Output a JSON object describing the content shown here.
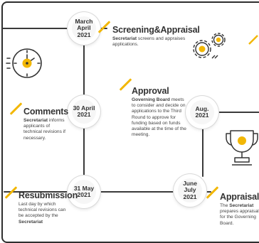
{
  "nodes": {
    "n1": "March\nApril\n2021",
    "n2": "30 April\n2021",
    "n3": "Aug.\n2021",
    "n4": "31 May\n2021",
    "n5": "June\nJuly\n2021"
  },
  "sections": {
    "screening": {
      "title": "Screening&Appraisal",
      "lead": "Secretariat",
      "text": " screens and appraises applications."
    },
    "approval": {
      "title": "Approval",
      "lead": "Governing Board",
      "text": " meets to consider and decide on applications to the Third Round to approve for funding based on funds available at the time of the meeting."
    },
    "comments": {
      "title": "Comments",
      "lead": "Secretariat",
      "text": " informs applicants of technical revisions if necessary."
    },
    "resubmission": {
      "title": "Resubmission",
      "text": "Last day by which technical revisions can be accepted by the ",
      "tail": "Secretariat"
    },
    "appraisals": {
      "title": "Appraisals",
      "text1": "The ",
      "lead": "Secretariat",
      "text2": " prepares appraisals for the Governing Board."
    }
  },
  "colors": {
    "accent": "#f2b705",
    "line": "#3a3a3a",
    "icon_stroke": "#333333"
  },
  "icons": [
    "clock-icon",
    "gears-icon",
    "trophy-icon"
  ]
}
